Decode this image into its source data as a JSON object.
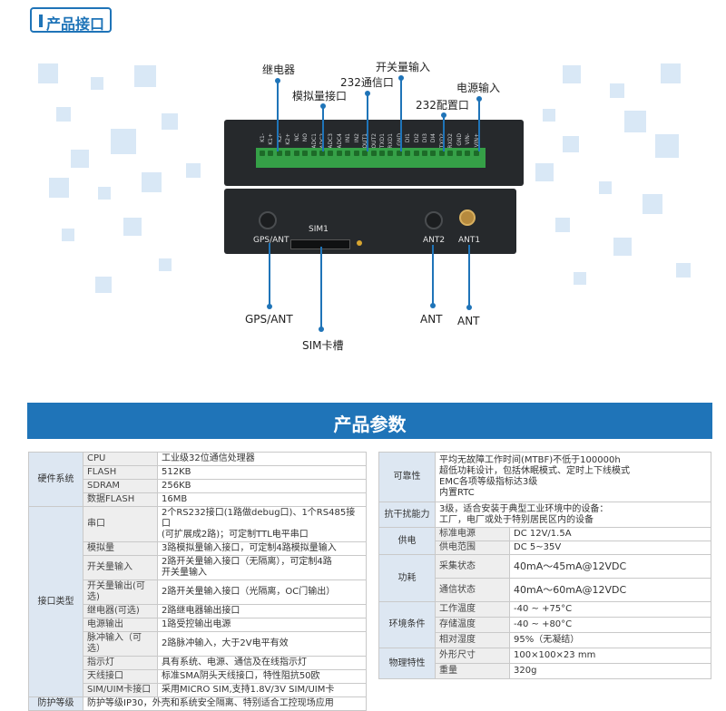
{
  "section_title": "产品接口",
  "device": {
    "pin_labels": [
      "K1-",
      "K1+",
      "K2-",
      "K2+",
      "NC",
      "NO",
      "ADC1",
      "ADC2",
      "ADC3",
      "ADC4",
      "IN1",
      "IN2",
      "OUT1",
      "OUT2",
      "TXD1",
      "RXD1",
      "GND",
      "DI1",
      "DI2",
      "DI3",
      "DI4",
      "TXD2",
      "RXD2",
      "GND",
      "VIN-",
      "VIN+"
    ],
    "gps_label": "GPS/ANT",
    "sim_label": "SIM1",
    "ant2_label": "ANT2",
    "ant1_label": "ANT1"
  },
  "callouts": {
    "relay": "继电器",
    "analog": "模拟量接口",
    "comm232": "232通信口",
    "switch_in": "开关量输入",
    "config232": "232配置口",
    "power_in": "电源输入",
    "gps_ant": "GPS/ANT",
    "sim_slot": "SIM卡槽",
    "ant_a": "ANT",
    "ant_b": "ANT"
  },
  "params_title": "产品参数",
  "left_table": [
    {
      "cat": "硬件系统",
      "rows": [
        [
          "CPU",
          "工业级32位通信处理器"
        ],
        [
          "FLASH",
          "512KB"
        ],
        [
          "SDRAM",
          "256KB"
        ],
        [
          "数据FLASH",
          "16MB"
        ]
      ]
    },
    {
      "cat": "接口类型",
      "rows": [
        [
          "串口",
          "2个RS232接口(1路做debug口)、1个RS485接口\n(可扩展成2路)；可定制TTL电平串口"
        ],
        [
          "模拟量",
          "3路模拟量输入接口，可定制4路模拟量输入"
        ],
        [
          "开关量输入",
          "2路开关量输入接口（无隔离），可定制4路\n开关量输入"
        ],
        [
          "开关量输出(可选)",
          "2路开关量输入接口（光隔离，OC门输出）"
        ],
        [
          "继电器(可选)",
          "2路继电器输出接口"
        ],
        [
          "电源输出",
          "1路受控输出电源"
        ],
        [
          "脉冲输入（可选）",
          "2路脉冲输入，大于2V电平有效"
        ],
        [
          "指示灯",
          "具有系统、电源、通信及在线指示灯"
        ],
        [
          "天线接口",
          "标准SMA阴头天线接口，特性阻抗50欧"
        ],
        [
          "SIM/UIM卡接口",
          "采用MICRO SIM,支持1.8V/3V SIM/UIM卡"
        ]
      ]
    },
    {
      "cat": "防护等级",
      "rows": [
        [
          "防护等级IP30，外壳和系统安全隔离、特别适合工控现场应用"
        ]
      ]
    }
  ],
  "right_table": [
    {
      "cat": "可靠性",
      "rows": [
        [
          "平均无故障工作时间(MTBF)不低于100000h\n超低功耗设计，包括休眠模式、定时上下线模式\nEMC各项等级指标达3级\n内置RTC"
        ]
      ]
    },
    {
      "cat": "抗干扰能力",
      "rows": [
        [
          "3级，适合安装于典型工业环境中的设备：\n工厂，电厂或处于特别居民区内的设备"
        ]
      ]
    },
    {
      "cat": "供电",
      "rows": [
        [
          "标准电源",
          "DC 12V/1.5A"
        ],
        [
          "供电范围",
          "DC 5~35V"
        ]
      ]
    },
    {
      "cat": "功耗",
      "rows": [
        [
          "采集状态",
          "40mA～45mA@12VDC"
        ],
        [
          "通信状态",
          "40mA～60mA@12VDC"
        ]
      ]
    },
    {
      "cat": "环境条件",
      "rows": [
        [
          "工作温度",
          "-40 ~ +75°C"
        ],
        [
          "存储温度",
          "-40 ~ +80°C"
        ],
        [
          "相对湿度",
          "95%（无凝结）"
        ]
      ]
    },
    {
      "cat": "物理特性",
      "rows": [
        [
          "外形尺寸",
          "100×100×23 mm"
        ],
        [
          "重量",
          "320g"
        ]
      ]
    }
  ]
}
